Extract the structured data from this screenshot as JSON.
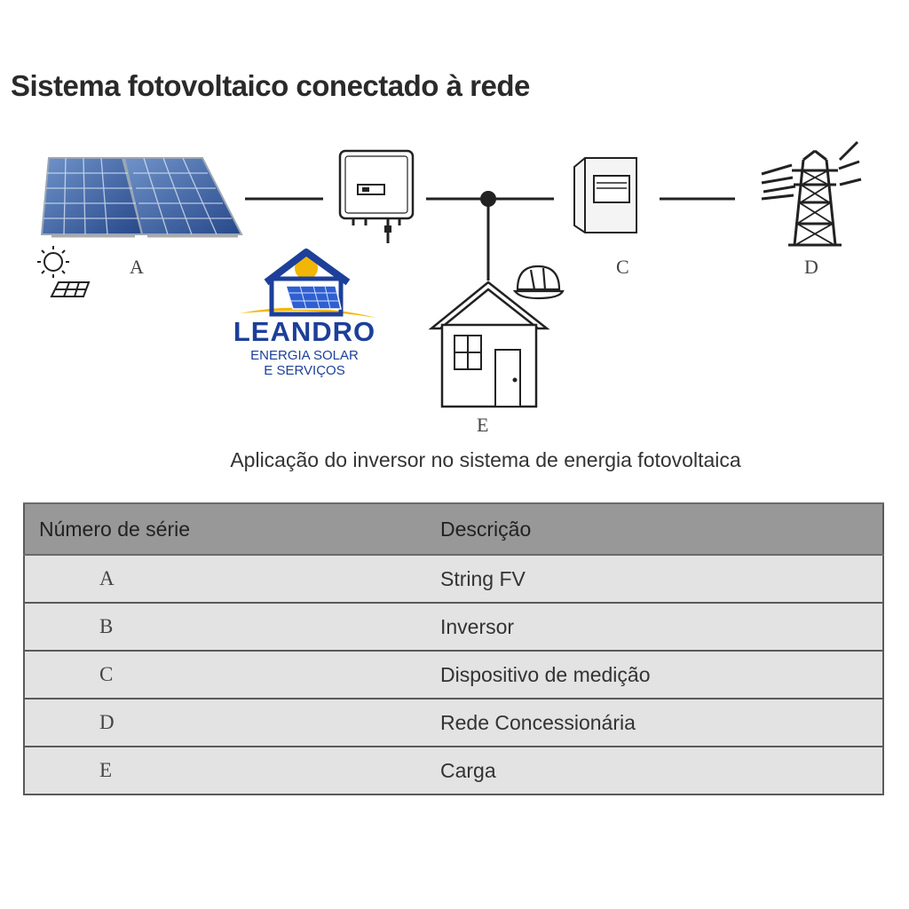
{
  "title": "Sistema fotovoltaico conectado à rede",
  "diagram": {
    "labels": {
      "a": "A",
      "c": "C",
      "d": "D",
      "e": "E"
    },
    "caption": "Aplicação do inversor no sistema de energia fotovoltaica",
    "icons": [
      "solar-panel-icon",
      "sun-icon",
      "inverter-icon",
      "meter-icon",
      "power-tower-icon",
      "house-icon",
      "hard-hat-icon"
    ]
  },
  "logo": {
    "name": "LEANDRO",
    "line1": "ENERGIA SOLAR",
    "line2": "E SERVIÇOS",
    "colors": {
      "primary": "#1d3f9a",
      "sun": "#f2b705"
    }
  },
  "table": {
    "headers": [
      "Número de série",
      "Descrição"
    ],
    "rows": [
      {
        "serial": "A",
        "description": "String FV"
      },
      {
        "serial": "B",
        "description": "Inversor"
      },
      {
        "serial": "C",
        "description": "Dispositivo de medição"
      },
      {
        "serial": "D",
        "description": "Rede Concessionária"
      },
      {
        "serial": "E",
        "description": "Carga"
      }
    ],
    "colors": {
      "header": "#989898",
      "row": "#e3e3e3"
    }
  }
}
